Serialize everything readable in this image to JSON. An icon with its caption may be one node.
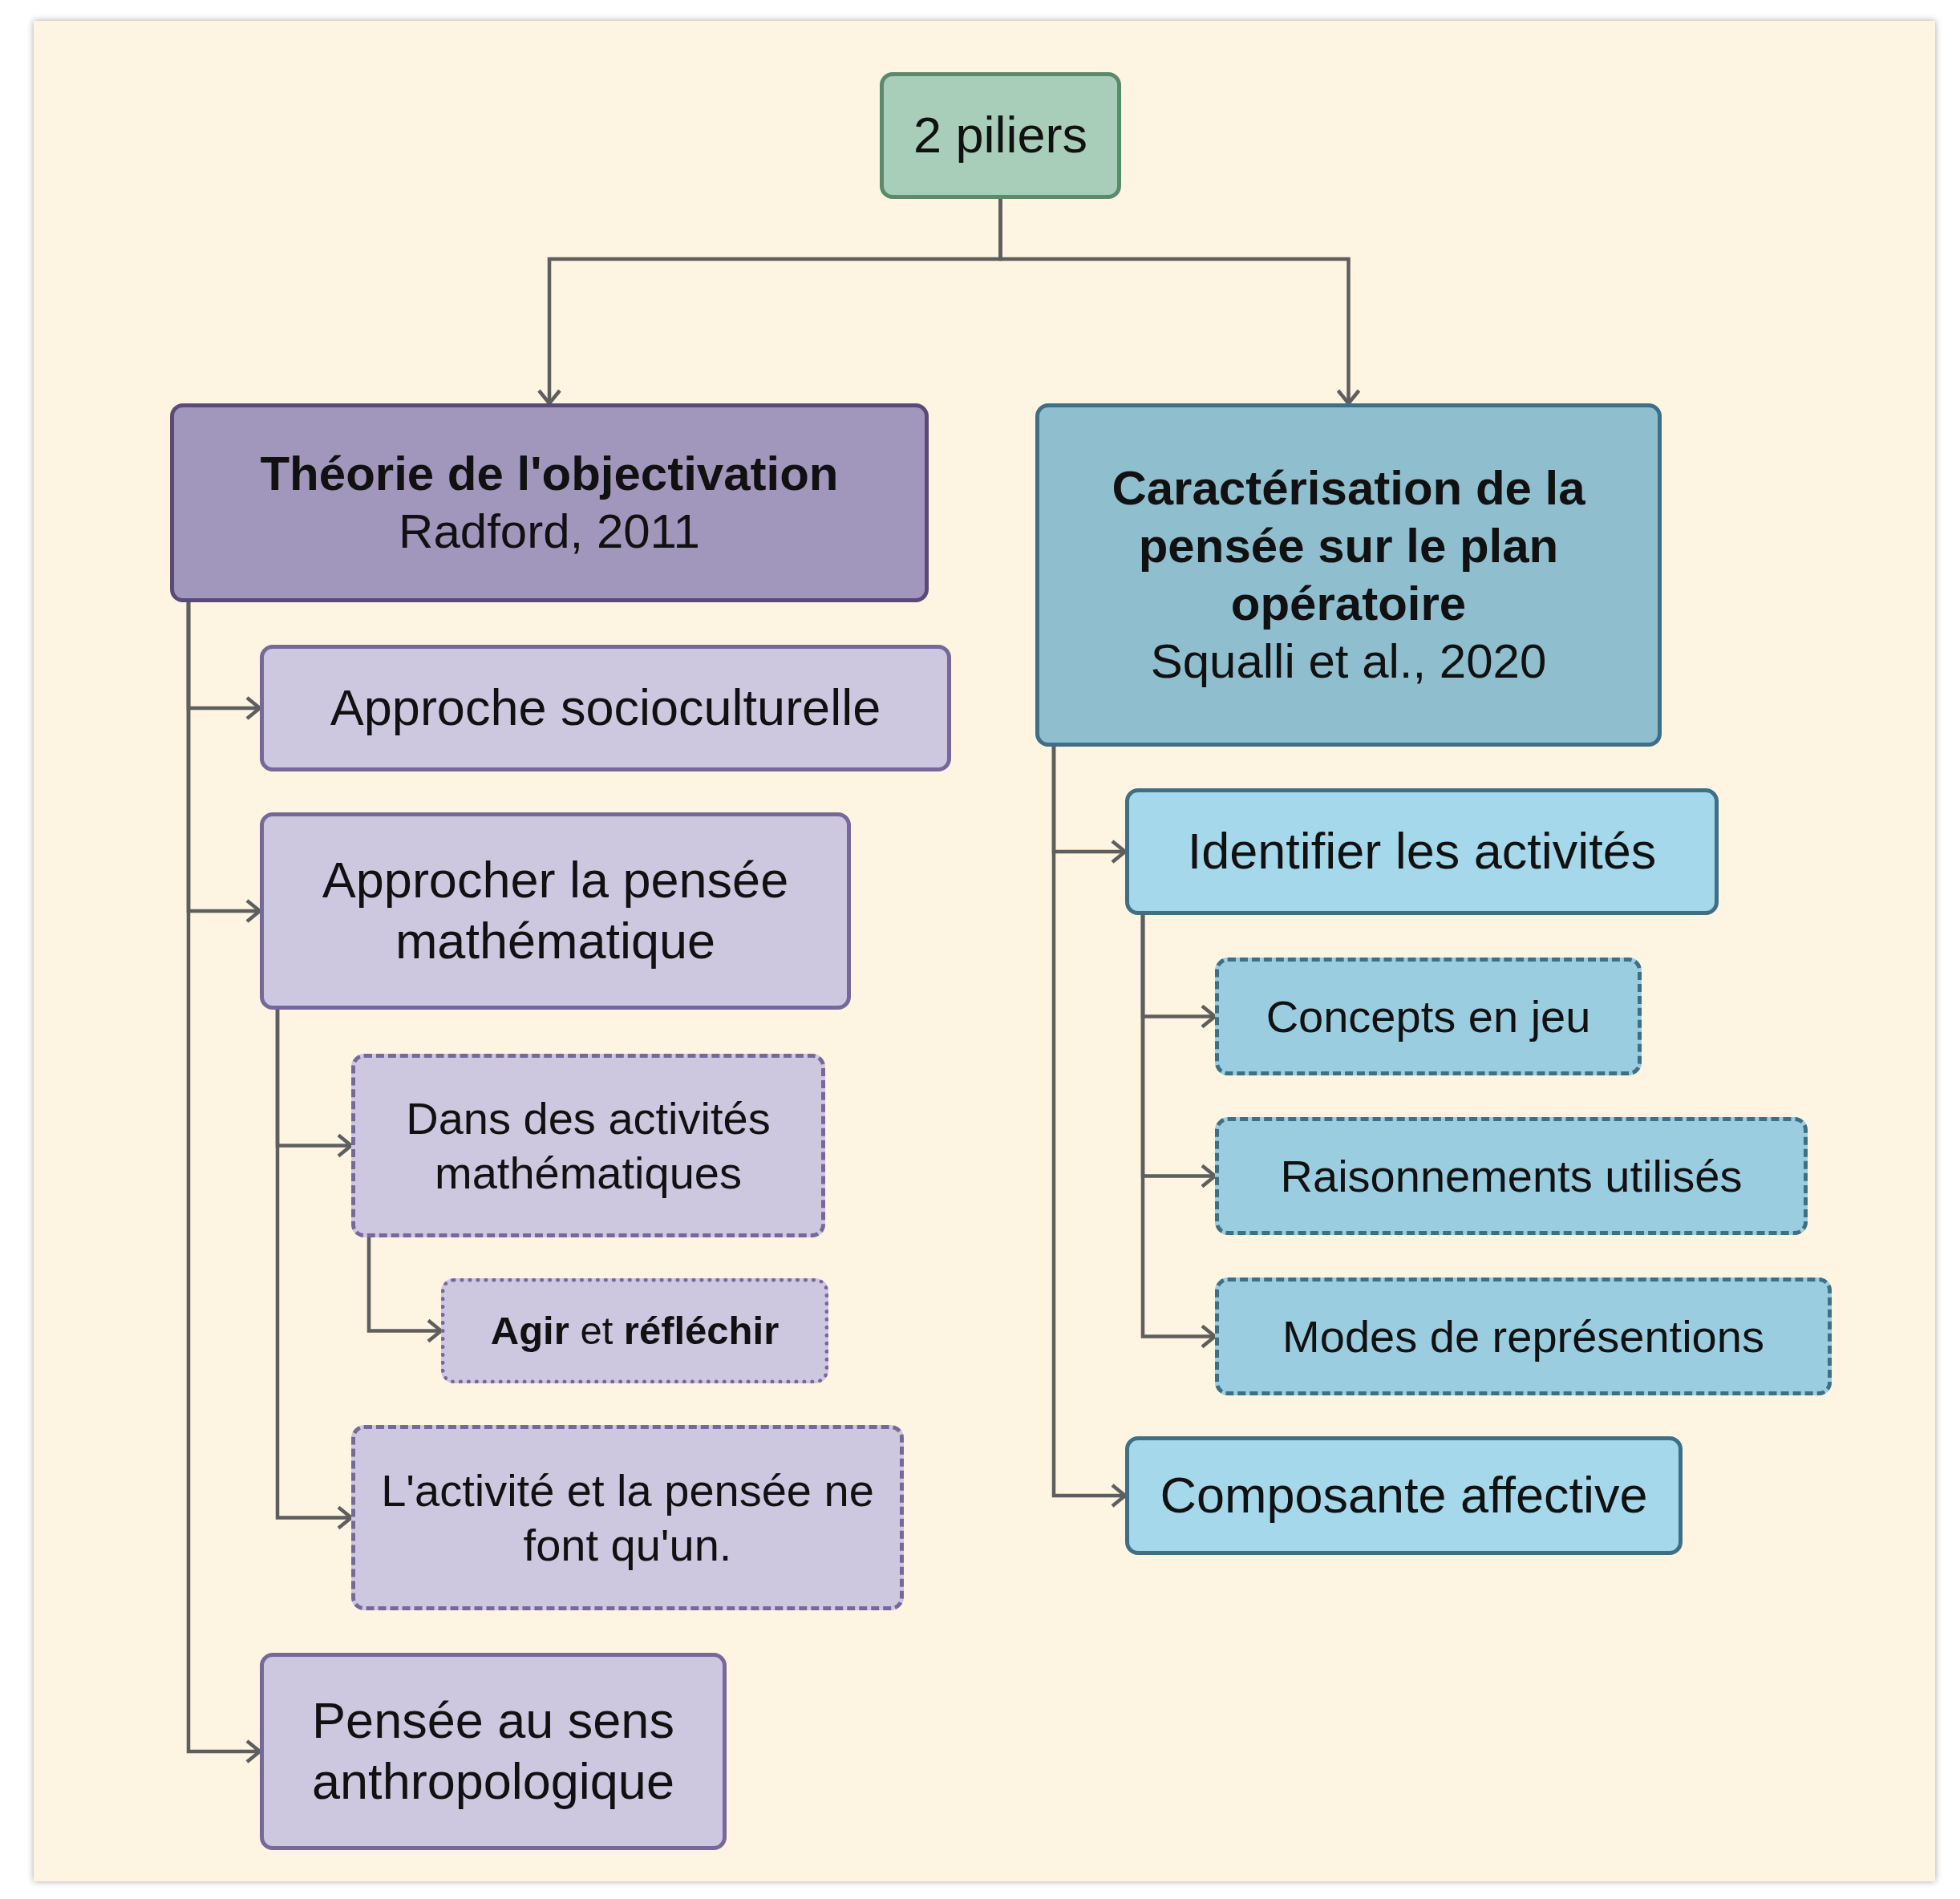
{
  "diagram": {
    "nodes": [
      {
        "text": [
          "2 piliers"
        ]
      },
      {
        "text": [
          "Théorie de l'objectivation",
          "Radford, 2011"
        ]
      },
      {
        "text": [
          "Approche socioculturelle"
        ]
      },
      {
        "text": [
          "Approcher la pensée mathématique"
        ]
      },
      {
        "text": [
          "Dans des activités mathématiques"
        ]
      },
      {
        "text": [
          "**Agir** et **réfléchir**"
        ]
      },
      {
        "text": [
          "L'activité et la pensée ne font qu'un."
        ]
      },
      {
        "text": [
          "Pensée au sens anthropologique"
        ]
      },
      {
        "text": [
          "Caractérisation de la pensée sur le plan opératoire",
          "Squalli et al., 2020"
        ]
      },
      {
        "text": [
          "Identifier les activités"
        ]
      },
      {
        "text": [
          "Concepts en jeu"
        ]
      },
      {
        "text": [
          "Raisonnements utilisés"
        ]
      },
      {
        "text": [
          "Modes de représentions"
        ]
      },
      {
        "text": [
          "Composante affective"
        ]
      }
    ],
    "edges": [
      {
        "from": 0,
        "to": 1,
        "arrow": "to"
      },
      {
        "from": 0,
        "to": 8,
        "arrow": "to"
      },
      {
        "from": 1,
        "to": 2,
        "arrow": "to"
      },
      {
        "from": 1,
        "to": 3,
        "arrow": "to"
      },
      {
        "from": 1,
        "to": 7,
        "arrow": "to"
      },
      {
        "from": 3,
        "to": 4,
        "arrow": "to"
      },
      {
        "from": 3,
        "to": 6,
        "arrow": "to"
      },
      {
        "from": 4,
        "to": 5,
        "arrow": "to"
      },
      {
        "from": 8,
        "to": 9,
        "arrow": "to"
      },
      {
        "from": 8,
        "to": 13,
        "arrow": "to"
      },
      {
        "from": 9,
        "to": 10,
        "arrow": "to"
      },
      {
        "from": 9,
        "to": 11,
        "arrow": "to"
      },
      {
        "from": 9,
        "to": 12,
        "arrow": "to"
      }
    ]
  }
}
